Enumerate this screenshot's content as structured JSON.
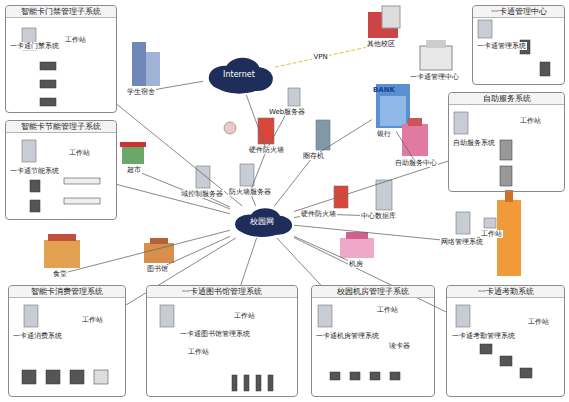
{
  "diagram": {
    "nodes": [
      {
        "text": [
          "智能卡门禁管理子系统"
        ]
      },
      {
        "text": [
          "一卡通门禁系统"
        ],
        "in": 0
      },
      {
        "text": [
          "工作站"
        ],
        "in": 0
      },
      {
        "text": [
          "智能卡节能管理子系统"
        ]
      },
      {
        "text": [
          "一卡通节能系统"
        ],
        "in": 3
      },
      {
        "text": [
          "工作站"
        ],
        "in": 3
      },
      {
        "text": [
          "智能卡消费管理系统"
        ]
      },
      {
        "text": [
          "一卡通消费系统"
        ],
        "in": 6
      },
      {
        "text": [
          "工作站"
        ],
        "in": 6
      },
      {
        "text": [
          "一卡通图书馆管理系统"
        ]
      },
      {
        "text": [
          "一卡通图书馆管理系统"
        ],
        "in": 9
      },
      {
        "text": [
          "工作站"
        ],
        "in": 9
      },
      {
        "text": [
          "工作站"
        ],
        "in": 9
      },
      {
        "text": [
          "校园机房管理子系统"
        ]
      },
      {
        "text": [
          "一卡通机房管理系统"
        ],
        "in": 13
      },
      {
        "text": [
          "工作站"
        ],
        "in": 13
      },
      {
        "text": [
          "读卡器"
        ],
        "in": 13
      },
      {
        "text": [
          "一卡通考勤系统"
        ]
      },
      {
        "text": [
          "一卡通考勤管理系统"
        ],
        "in": 17
      },
      {
        "text": [
          "工作站"
        ],
        "in": 17
      },
      {
        "text": [
          "一卡通管理中心"
        ]
      },
      {
        "text": [
          "一卡通管理系统"
        ],
        "in": 20
      },
      {
        "text": [
          "自助服务系统"
        ]
      },
      {
        "text": [
          "自助服务系统"
        ],
        "in": 22
      },
      {
        "text": [
          "工作站"
        ],
        "in": 22
      },
      {
        "text": [
          "学生宿舍"
        ]
      },
      {
        "text": [
          "Internet"
        ]
      },
      {
        "text": [
          "其他校区"
        ]
      },
      {
        "text": [
          "一卡通管理中心"
        ]
      },
      {
        "text": [
          "Web服务器"
        ]
      },
      {
        "text": [
          "硬件防火墙"
        ]
      },
      {
        "text": [
          "BANK",
          "银行"
        ]
      },
      {
        "text": [
          "圈存机"
        ]
      },
      {
        "text": [
          "自助服务中心"
        ]
      },
      {
        "text": [
          "超市"
        ]
      },
      {
        "text": [
          "域控制服务器"
        ]
      },
      {
        "text": [
          "防火墙服务器"
        ]
      },
      {
        "text": [
          "校园网"
        ]
      },
      {
        "text": [
          "硬件防火墙"
        ]
      },
      {
        "text": [
          "中心数据库"
        ]
      },
      {
        "text": [
          "食堂"
        ]
      },
      {
        "text": [
          "图书馆"
        ]
      },
      {
        "text": [
          "机房"
        ]
      },
      {
        "text": [
          "网络管理系统"
        ]
      },
      {
        "text": [
          "工作站"
        ]
      }
    ],
    "edges": [
      {
        "from": 26,
        "to": 27,
        "label": "VPN",
        "arrow": "none"
      },
      {
        "from": 26,
        "to": 25,
        "arrow": "none"
      },
      {
        "from": 26,
        "to": 30,
        "arrow": "none"
      },
      {
        "from": 30,
        "to": 29,
        "arrow": "none"
      },
      {
        "from": 30,
        "to": 36,
        "arrow": "none"
      },
      {
        "from": 36,
        "to": 37,
        "arrow": "none"
      },
      {
        "from": 35,
        "to": 37,
        "arrow": "none"
      },
      {
        "from": 37,
        "to": 38,
        "arrow": "none"
      },
      {
        "from": 38,
        "to": 39,
        "arrow": "none"
      },
      {
        "from": 37,
        "to": 32,
        "arrow": "none"
      },
      {
        "from": 32,
        "to": 31,
        "arrow": "none"
      },
      {
        "from": 31,
        "to": 33,
        "arrow": "none"
      },
      {
        "from": 37,
        "to": 34,
        "arrow": "none"
      },
      {
        "from": 37,
        "to": 40,
        "arrow": "none"
      },
      {
        "from": 37,
        "to": 41,
        "arrow": "none"
      },
      {
        "from": 37,
        "to": 42,
        "arrow": "none"
      },
      {
        "from": 37,
        "to": 43,
        "arrow": "none"
      },
      {
        "from": 43,
        "to": 44,
        "arrow": "none"
      },
      {
        "from": 37,
        "to": 0,
        "arrow": "none"
      },
      {
        "from": 37,
        "to": 3,
        "arrow": "none"
      },
      {
        "from": 37,
        "to": 6,
        "arrow": "none"
      },
      {
        "from": 37,
        "to": 9,
        "arrow": "none"
      },
      {
        "from": 37,
        "to": 13,
        "arrow": "none"
      },
      {
        "from": 37,
        "to": 17,
        "arrow": "none"
      },
      {
        "from": 37,
        "to": 22,
        "arrow": "none"
      }
    ]
  }
}
